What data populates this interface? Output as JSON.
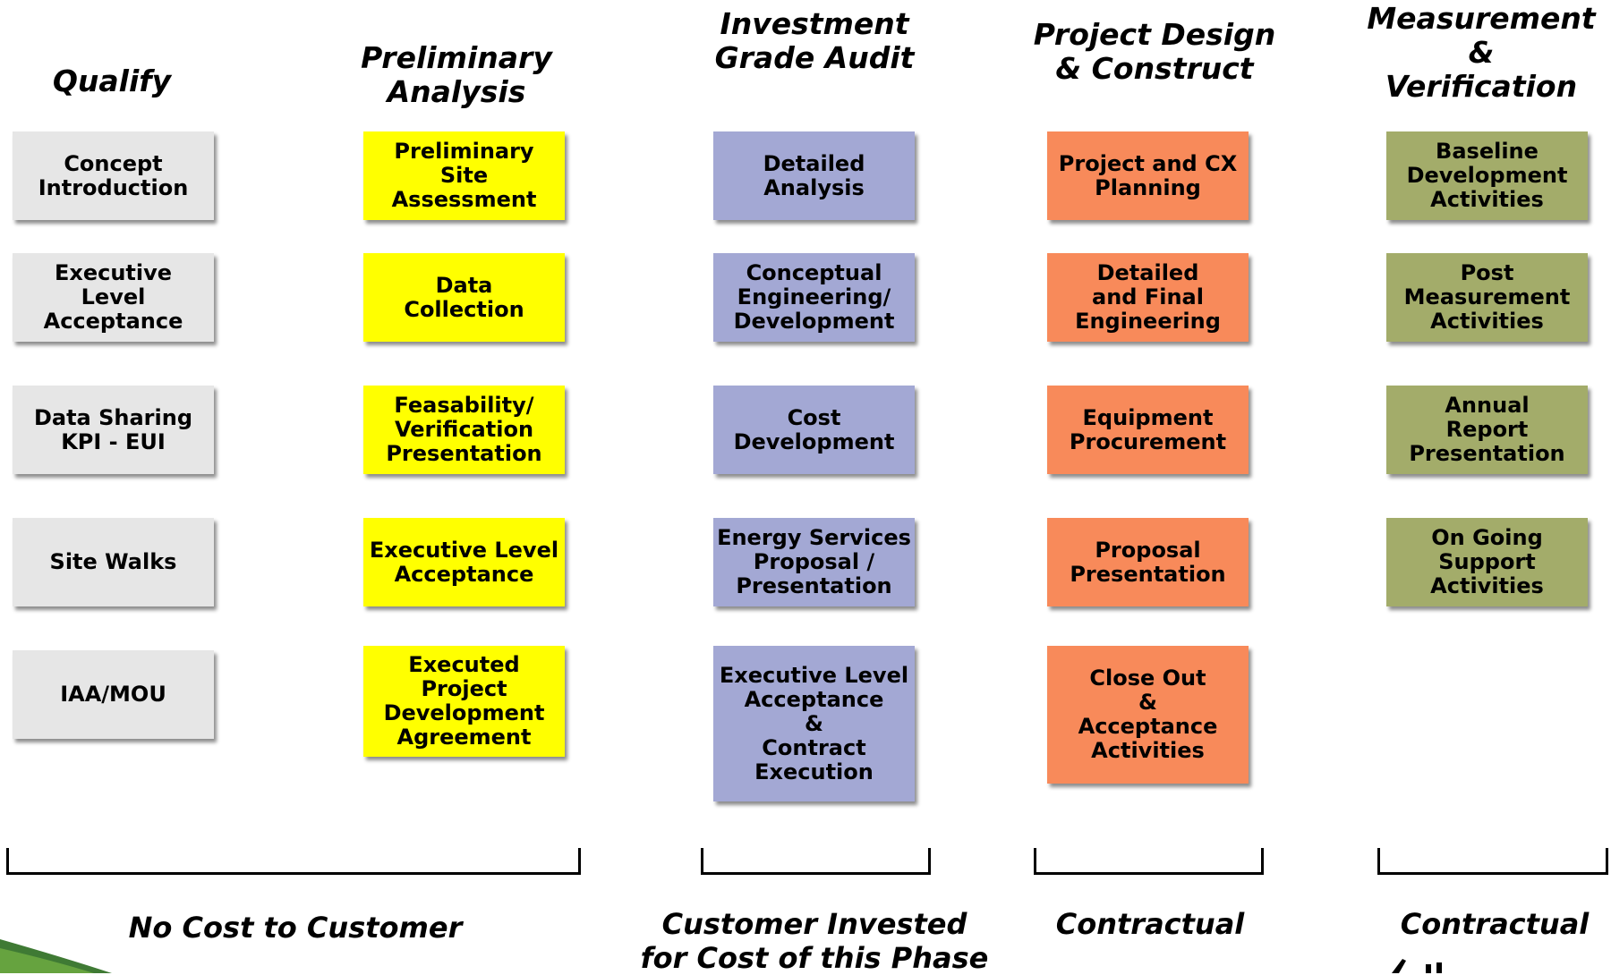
{
  "columns": [
    {
      "heading": "Qualify",
      "color": "#e6e6e6",
      "items": [
        "Concept\nIntroduction",
        "Executive\nLevel Acceptance",
        "Data Sharing\nKPI - EUI",
        "Site Walks",
        "IAA/MOU"
      ]
    },
    {
      "heading": "Preliminary\nAnalysis",
      "color": "#ffff00",
      "items": [
        "Preliminary Site\nAssessment",
        "Data\nCollection",
        "Feasability/\nVerification\nPresentation",
        "Executive Level\nAcceptance",
        "Executed Project\nDevelopment\nAgreement"
      ]
    },
    {
      "heading": "Investment\nGrade Audit",
      "color": "#a3a8d4",
      "items": [
        "Detailed\nAnalysis",
        "Conceptual\nEngineering/\nDevelopment",
        "Cost\nDevelopment",
        "Energy Services\nProposal /\nPresentation",
        "Executive Level\nAcceptance\n&\nContract\nExecution"
      ]
    },
    {
      "heading": "Project Design\n& Construct",
      "color": "#f88a5a",
      "items": [
        "Project and CX\nPlanning",
        "Detailed\nand Final\nEngineering",
        "Equipment\nProcurement",
        "Proposal\nPresentation",
        "Close Out\n&\nAcceptance\nActivities"
      ]
    },
    {
      "heading": "Measurement\n&\nVerification",
      "color": "#a3ac6a",
      "items": [
        "Baseline\nDevelopment\nActivities",
        "Post\nMeasurement\nActivities",
        "Annual\nReport\nPresentation",
        "On Going\nSupport\nActivities"
      ]
    }
  ],
  "footers": [
    "No Cost to Customer",
    "Customer Invested\nfor Cost of this Phase",
    "Contractual",
    "Contractual"
  ]
}
